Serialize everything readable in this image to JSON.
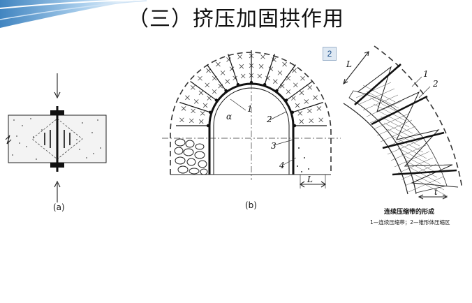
{
  "slide": {
    "title": "（三）挤压加固拱作用",
    "badge": "2"
  },
  "figure_a": {
    "caption": "(a)"
  },
  "figure_b": {
    "caption": "(b)",
    "labels": [
      "1",
      "2",
      "3",
      "4",
      "L",
      "α"
    ]
  },
  "figure_c": {
    "labels": [
      "L",
      "1",
      "2",
      "t"
    ],
    "title": "连续压缩带的形成",
    "legend": "1—连续压缩带；2—锥形体压缩区"
  },
  "colors": {
    "header_wave": "#1f6fb5",
    "header_light": "#9cc7ea",
    "ink": "#111111"
  }
}
